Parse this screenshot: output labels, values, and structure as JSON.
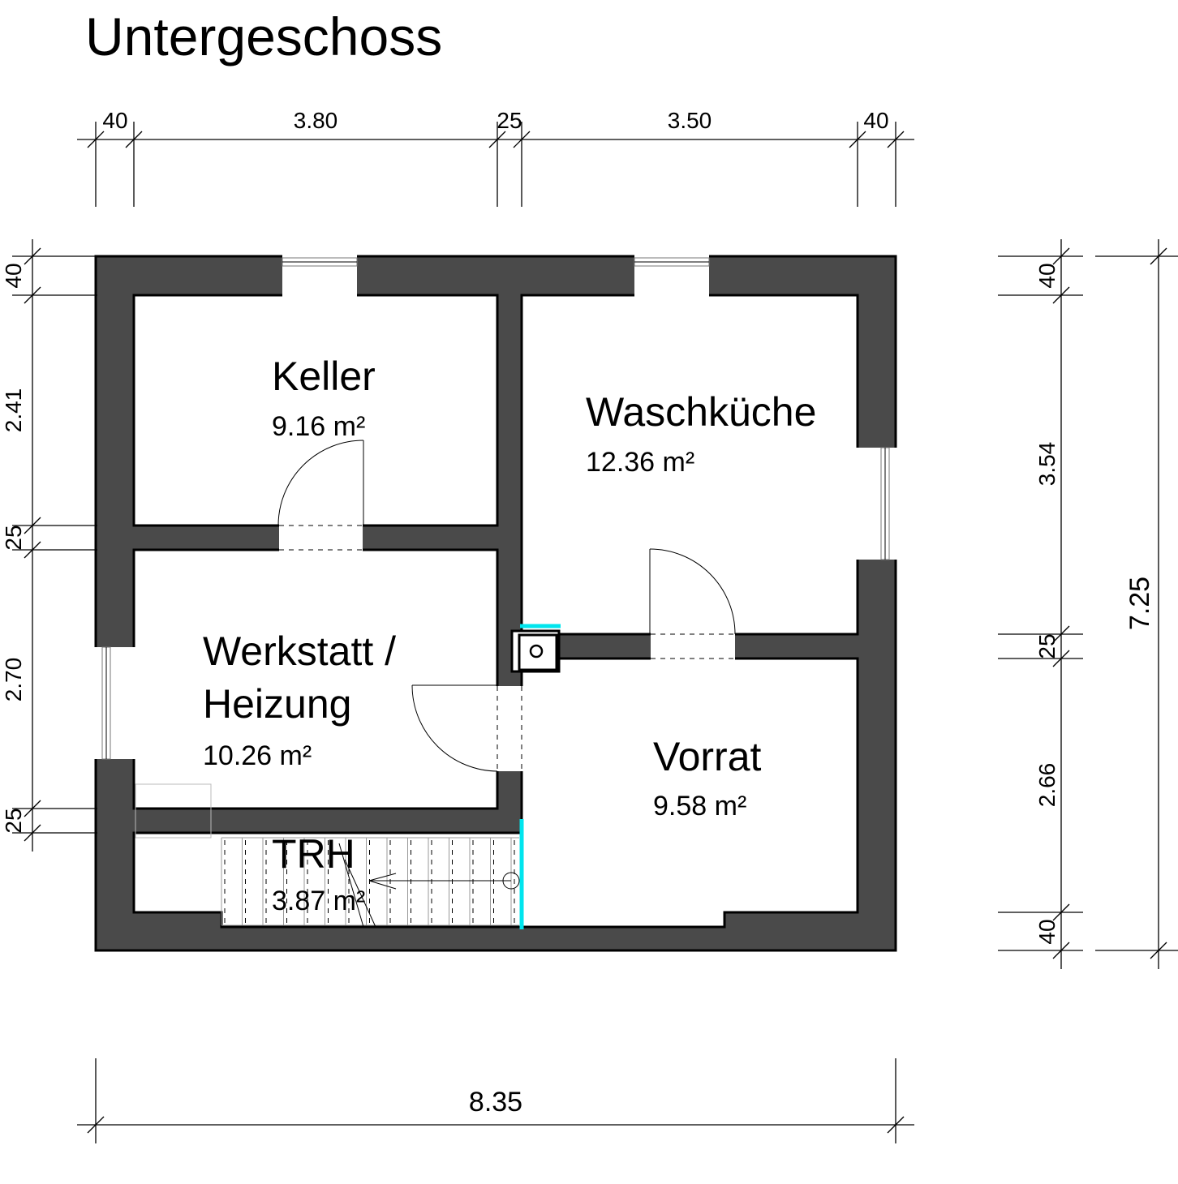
{
  "title": "Untergeschoss",
  "rooms": {
    "keller": {
      "name": "Keller",
      "area": "9.16 m²"
    },
    "waschkueche": {
      "name": "Waschküche",
      "area": "12.36 m²"
    },
    "werkstatt": {
      "name_line1": "Werkstatt /",
      "name_line2": "Heizung",
      "area": "10.26 m²"
    },
    "vorrat": {
      "name": "Vorrat",
      "area": "9.58 m²"
    },
    "trh": {
      "name": "TRH",
      "area": "3.87 m²"
    }
  },
  "dimensions": {
    "top": [
      "40",
      "3.80",
      "25",
      "3.50",
      "40"
    ],
    "left": [
      "40",
      "2.41",
      "25",
      "2.70",
      "25"
    ],
    "right": [
      "40",
      "3.54",
      "25",
      "2.66",
      "40"
    ],
    "right_total": "7.25",
    "bottom_total": "8.35"
  },
  "colors": {
    "wall": "#4a4a4a",
    "highlight": "#00e5ee"
  }
}
